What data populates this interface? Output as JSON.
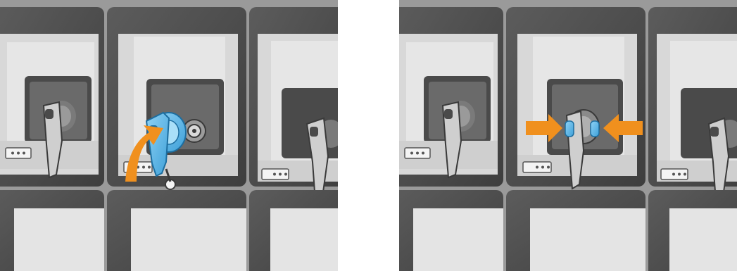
{
  "panels": [
    {
      "id": "left",
      "step": "lift-latch-to-open",
      "highlight_color": "#5ab4e6",
      "arrow_color": "#f0901e"
    },
    {
      "id": "right",
      "step": "squeeze-tabs-to-release",
      "highlight_color": "#5ab4e6",
      "arrow_color": "#f0901e"
    }
  ],
  "colors": {
    "body_gray": "#e2e2e2",
    "dark_gray": "#5a5a5a",
    "mid_gray": "#8c8c8c",
    "accent_blue": "#5ab4e6",
    "accent_orange": "#f0901e"
  },
  "icons": [
    "latch-icon",
    "connector-icon",
    "led-indicator-icon",
    "curved-arrow-icon",
    "straight-arrow-icon"
  ]
}
